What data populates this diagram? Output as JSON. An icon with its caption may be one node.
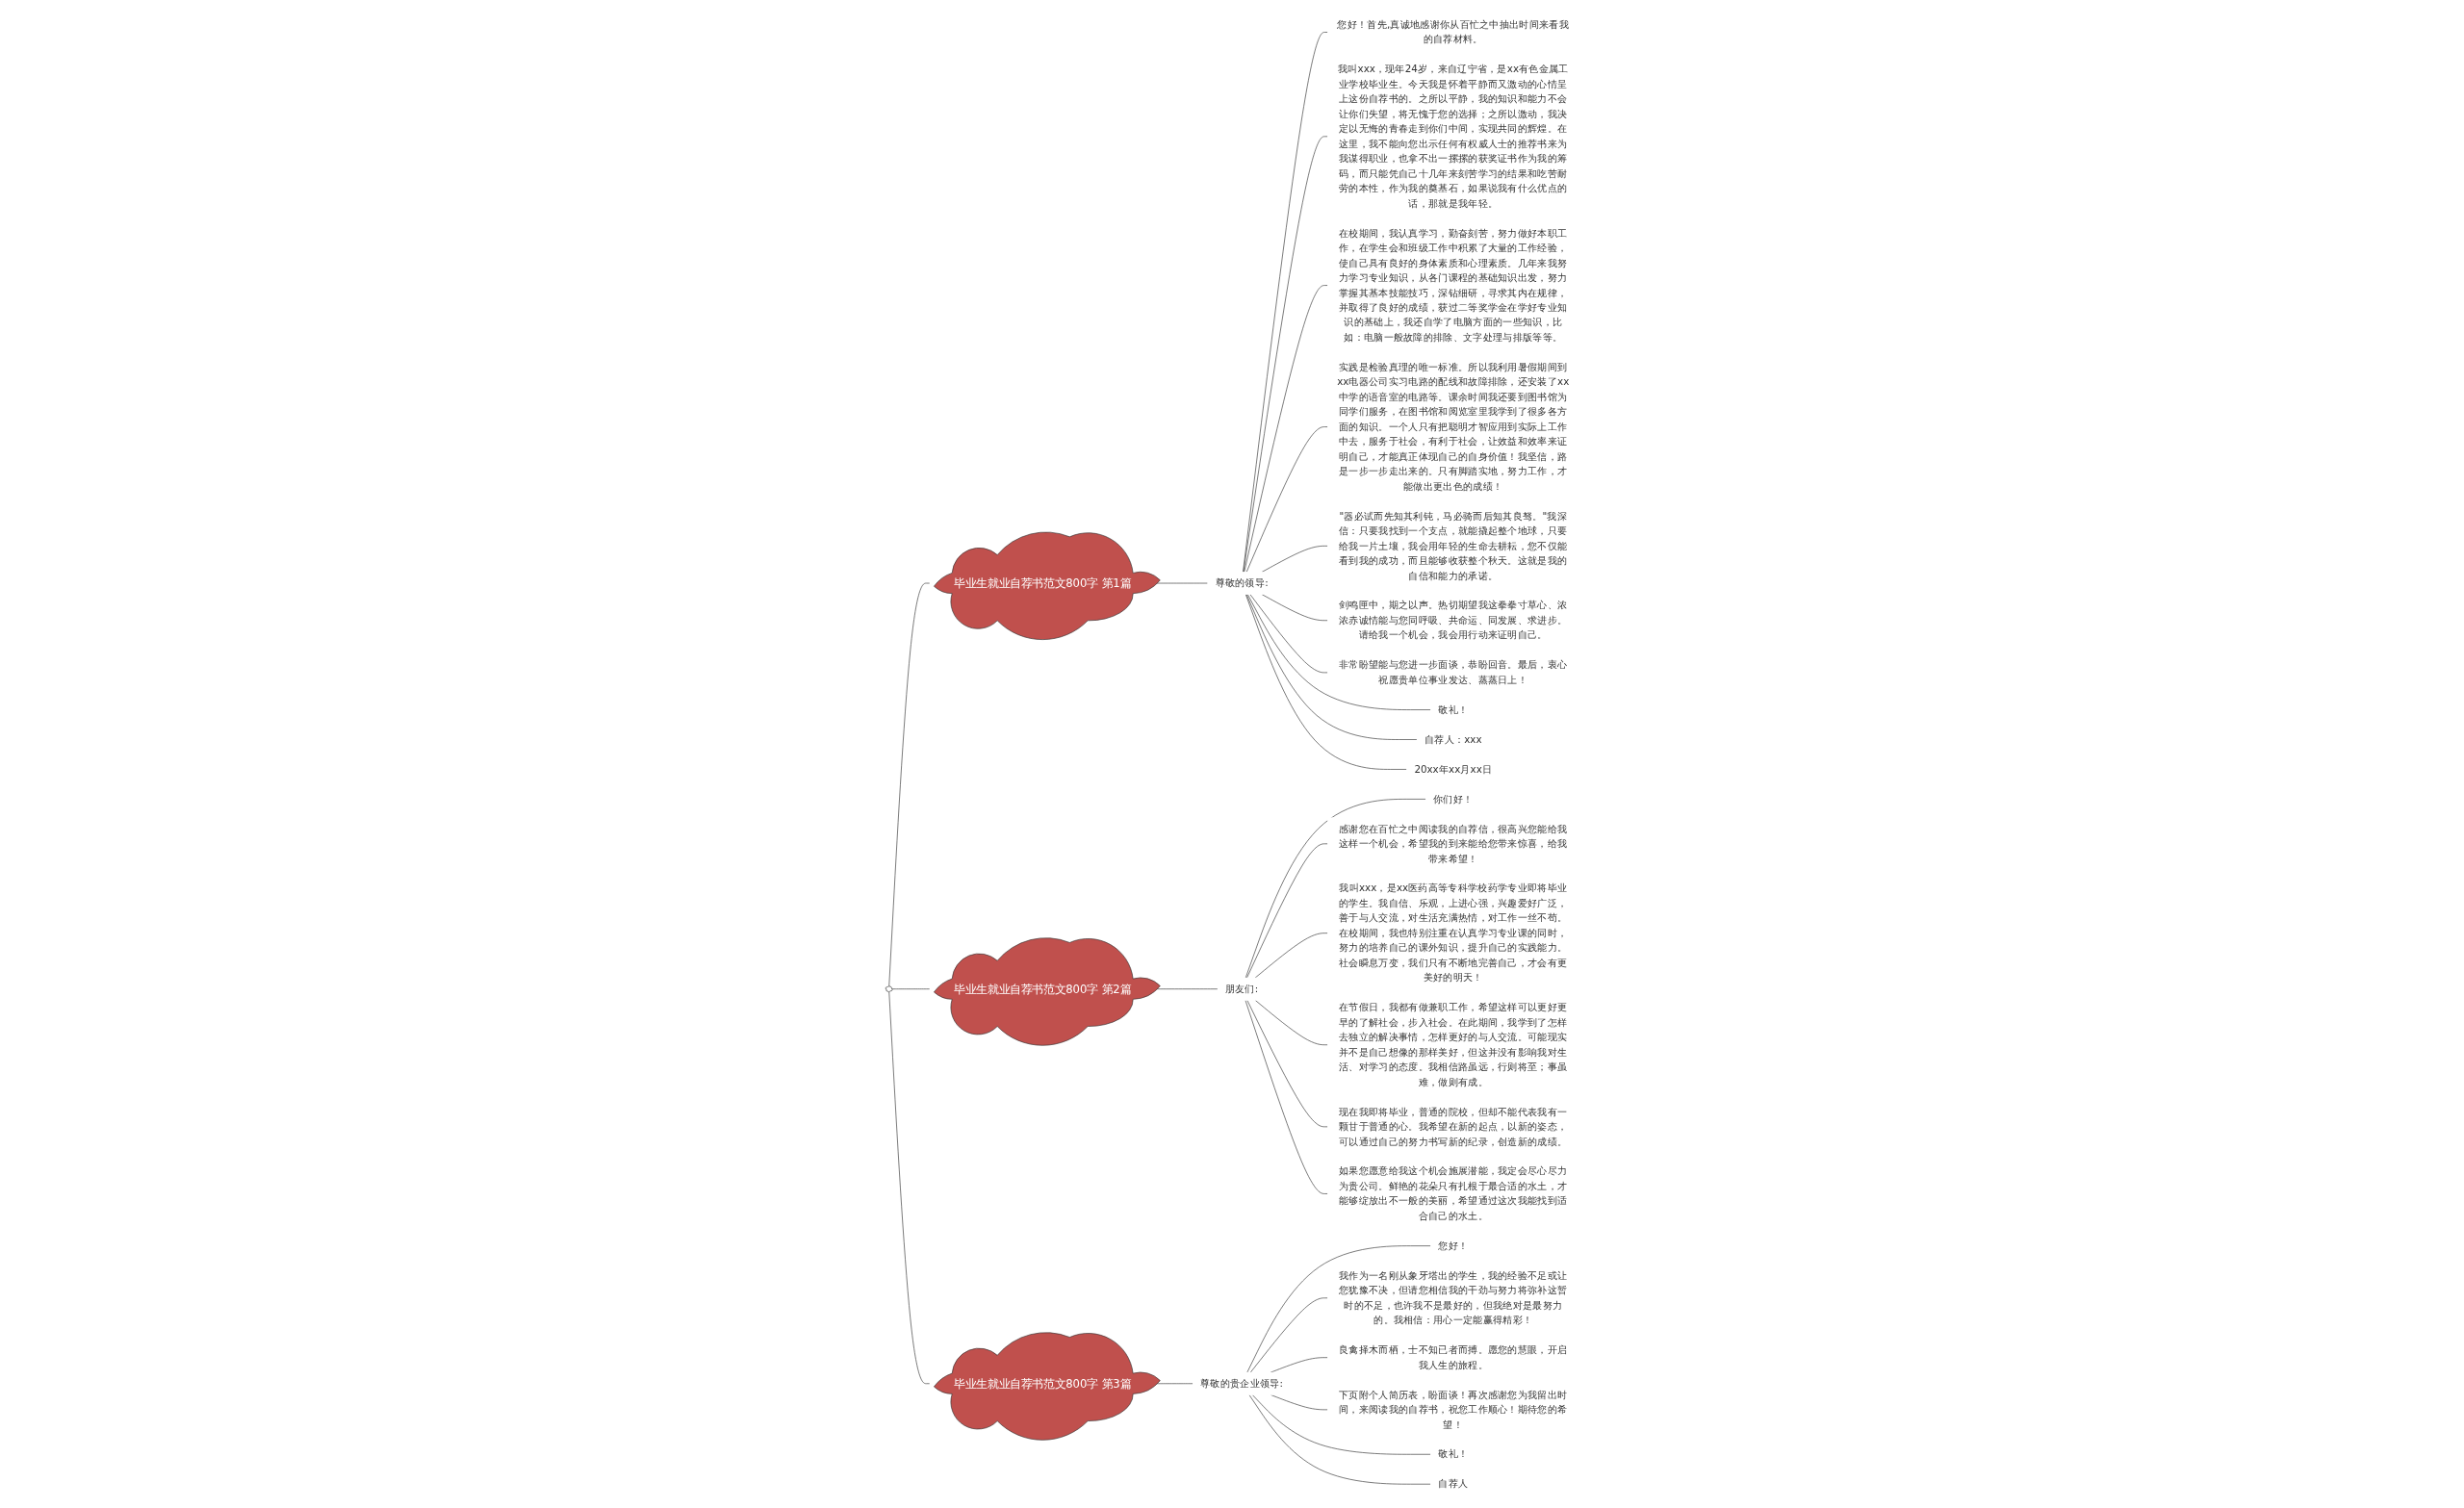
{
  "diagram": {
    "nodes": [
      {
        "text": [],
        "shape": "cloud"
      },
      {
        "text": [
          "毕业生就业自荐书范文800字 第1篇"
        ]
      },
      {
        "text": [
          "尊敬的领导:"
        ]
      },
      {
        "text": [
          "您好！首先,真诚地感谢你从百忙之中抽出时间来看我的自荐材料。"
        ]
      },
      {
        "text": [
          "我叫xxx，现年24岁，来自辽宁省，是xx有色金属工业学校毕业生。今天我是怀着平静而又激动的心情呈上这份自荐书的。之所以平静，我的知识和能力不会让你们失望，将无愧于您的选择；之所以激动，我决定以无悔的青春走到你们中间，实现共同的辉煌。在这里，我不能向您出示任何有权威人士的推荐书来为我谋得职业，也拿不出一摞摞的获奖证书作为我的筹码，而只能凭自己十几年来刻苦学习的结果和吃苦耐劳的本性，作为我的奠基石，如果说我有什么优点的话，那就是我年轻。"
        ]
      },
      {
        "text": [
          "在校期间，我认真学习，勤奋刻苦，努力做好本职工作，在学生会和班级工作中积累了大量的工作经验，使自己具有良好的身体素质和心理素质。几年来我努力学习专业知识，从各门课程的基础知识出发，努力掌握其基本技能技巧，深钻细研，寻求其内在规律，并取得了良好的成绩，获过二等奖学金在学好专业知识的基础上，我还自学了电脑方面的一些知识，比如：电脑一般故障的排除、文字处理与排版等等。"
        ]
      },
      {
        "text": [
          "实践是检验真理的唯一标准。所以我利用暑假期间到xx电器公司实习电路的配线和故障排除，还安装了xx中学的语音室的电路等。课余时间我还要到图书馆为同学们服务，在图书馆和阅览室里我学到了很多各方面的知识。一个人只有把聪明才智应用到实际上工作中去，服务于社会，有利于社会，让效益和效率来证明自己，才能真正体现自己的自身价值！我坚信，路是一步一步走出来的。只有脚踏实地，努力工作，才能做出更出色的成绩！"
        ]
      },
      {
        "text": [
          "\"器必试而先知其利钝，马必骑而后知其良驽。\"我深信：只要我找到一个支点，就能撬起整个地球，只要给我一片土壤，我会用年轻的生命去耕耘，您不仅能看到我的成功，而且能够收获整个秋天。这就是我的自信和能力的承诺。"
        ]
      },
      {
        "text": [
          "剑鸣匣中，期之以声。热切期望我这拳拳寸草心、浓浓赤诚情能与您同呼吸、共命运、同发展、求进步。请给我一个机会，我会用行动来证明自己。"
        ]
      },
      {
        "text": [
          "非常盼望能与您进一步面谈，恭盼回音。最后，衷心祝愿贵单位事业发达、蒸蒸日上！"
        ]
      },
      {
        "text": [
          "敬礼！"
        ]
      },
      {
        "text": [
          "自荐人：xxx"
        ]
      },
      {
        "text": [
          "20xx年xx月xx日"
        ]
      },
      {
        "text": [
          "毕业生就业自荐书范文800字 第2篇"
        ]
      },
      {
        "text": [
          "朋友们:"
        ]
      },
      {
        "text": [
          "你们好！"
        ]
      },
      {
        "text": [
          "感谢您在百忙之中阅读我的自荐信，很高兴您能给我这样一个机会，希望我的到来能给您带来惊喜，给我带来希望！"
        ]
      },
      {
        "text": [
          "我叫xxx，是xx医药高等专科学校药学专业即将毕业的学生。我自信、乐观，上进心强，兴趣爱好广泛，善于与人交流，对生活充满热情，对工作一丝不苟。在校期间，我也特别注重在认真学习专业课的同时，努力的培养自己的课外知识，提升自己的实践能力。社会瞬息万变，我们只有不断地完善自己，才会有更美好的明天！"
        ]
      },
      {
        "text": [
          "在节假日，我都有做兼职工作，希望这样可以更好更早的了解社会，步入社会。在此期间，我学到了怎样去独立的解决事情，怎样更好的与人交流。可能现实并不是自己想像的那样美好，但这并没有影响我对生活、对学习的态度。我相信路虽远，行则将至；事虽难，做则有成。"
        ]
      },
      {
        "text": [
          "现在我即将毕业，普通的院校，但却不能代表我有一颗甘于普通的心。我希望在新的起点，以新的姿态，可以通过自己的努力书写新的纪录，创造新的成绩。"
        ]
      },
      {
        "text": [
          "如果您愿意给我这个机会施展潜能，我定会尽心尽力为贵公司。鲜艳的花朵只有扎根于最合适的水土，才能够绽放出不一般的美丽，希望通过这次我能找到适合自己的水土。"
        ]
      },
      {
        "text": [
          "毕业生就业自荐书范文800字 第3篇"
        ]
      },
      {
        "text": [
          "尊敬的贵企业领导:"
        ]
      },
      {
        "text": [
          "您好！"
        ]
      },
      {
        "text": [
          "我作为一名刚从象牙塔出的学生，我的经验不足或让您犹豫不决，但请您相信我的干劲与努力将弥补这暂时的不足，也许我不是最好的，但我绝对是最努力的。我相信：用心一定能赢得精彩！"
        ]
      },
      {
        "text": [
          "良禽择木而栖，士不知已者而搏。愿您的慧眼，开启我人生的旅程。"
        ]
      },
      {
        "text": [
          "下页附个人简历表，盼面谈！再次感谢您为我留出时间，来阅读我的自荐书，祝您工作顺心！期待您的希望！"
        ]
      },
      {
        "text": [
          "敬礼！"
        ]
      },
      {
        "text": [
          "自荐人"
        ]
      }
    ],
    "edges": [
      {
        "from": 0,
        "to": 1,
        "arrow": "none"
      },
      {
        "from": 1,
        "to": 2,
        "arrow": "none"
      },
      {
        "from": 2,
        "to": 3,
        "arrow": "none"
      },
      {
        "from": 2,
        "to": 4,
        "arrow": "none"
      },
      {
        "from": 2,
        "to": 5,
        "arrow": "none"
      },
      {
        "from": 2,
        "to": 6,
        "arrow": "none"
      },
      {
        "from": 2,
        "to": 7,
        "arrow": "none"
      },
      {
        "from": 2,
        "to": 8,
        "arrow": "none"
      },
      {
        "from": 2,
        "to": 9,
        "arrow": "none"
      },
      {
        "from": 2,
        "to": 10,
        "arrow": "none"
      },
      {
        "from": 2,
        "to": 11,
        "arrow": "none"
      },
      {
        "from": 2,
        "to": 12,
        "arrow": "none"
      },
      {
        "from": 0,
        "to": 13,
        "arrow": "none"
      },
      {
        "from": 13,
        "to": 14,
        "arrow": "none"
      },
      {
        "from": 14,
        "to": 15,
        "arrow": "none"
      },
      {
        "from": 14,
        "to": 16,
        "arrow": "none"
      },
      {
        "from": 14,
        "to": 17,
        "arrow": "none"
      },
      {
        "from": 14,
        "to": 18,
        "arrow": "none"
      },
      {
        "from": 14,
        "to": 19,
        "arrow": "none"
      },
      {
        "from": 14,
        "to": 20,
        "arrow": "none"
      },
      {
        "from": 0,
        "to": 21,
        "arrow": "none"
      },
      {
        "from": 21,
        "to": 22,
        "arrow": "none"
      },
      {
        "from": 22,
        "to": 23,
        "arrow": "none"
      },
      {
        "from": 22,
        "to": 24,
        "arrow": "none"
      },
      {
        "from": 22,
        "to": 25,
        "arrow": "none"
      },
      {
        "from": 22,
        "to": 26,
        "arrow": "none"
      },
      {
        "from": 22,
        "to": 27,
        "arrow": "none"
      },
      {
        "from": 22,
        "to": 28,
        "arrow": "none"
      }
    ]
  }
}
